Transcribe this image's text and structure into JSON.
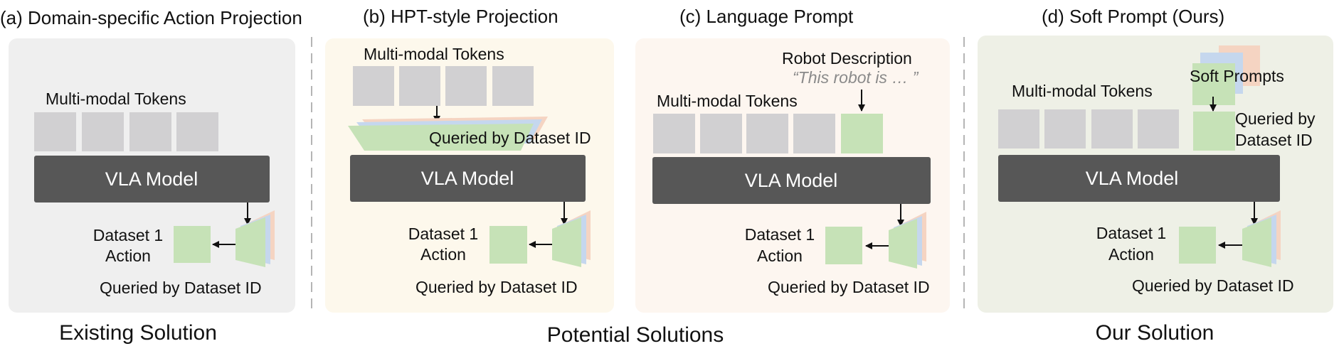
{
  "panels": {
    "a": {
      "title": "(a) Domain-specific Action Projection",
      "tokens_label": "Multi-modal Tokens",
      "model_label": "VLA Model",
      "action_line1": "Dataset 1",
      "action_line2": "Action",
      "queried_label": "Queried by Dataset ID"
    },
    "b": {
      "title": "(b) HPT-style Projection",
      "tokens_label": "Multi-modal Tokens",
      "proj_label": "Queried by Dataset ID",
      "model_label": "VLA Model",
      "action_line1": "Dataset 1",
      "action_line2": "Action",
      "queried_label": "Queried by Dataset ID"
    },
    "c": {
      "title": "(c) Language Prompt",
      "robot_desc_label": "Robot Description",
      "robot_desc_quote": "“This robot is … ”",
      "tokens_label": "Multi-modal Tokens",
      "model_label": "VLA Model",
      "action_line1": "Dataset 1",
      "action_line2": "Action",
      "queried_label": "Queried by Dataset ID"
    },
    "d": {
      "title": "(d) Soft Prompt (Ours)",
      "soft_prompts_label": "Soft Prompts",
      "tokens_label": "Multi-modal Tokens",
      "queried_line1": "Queried by",
      "queried_line2": "Dataset ID",
      "model_label": "VLA Model",
      "action_line1": "Dataset 1",
      "action_line2": "Action",
      "queried_label": "Queried by Dataset ID"
    }
  },
  "footers": {
    "existing": "Existing Solution",
    "potential": "Potential Solutions",
    "ours": "Our Solution"
  },
  "colors": {
    "panel_a_bg": "#efefef",
    "panel_b_bg": "#fdf8ec",
    "panel_c_bg": "#fdf6f0",
    "panel_d_bg": "#eef0e6",
    "token_gray": "#d1d0d2",
    "green": "#c6e2b7",
    "blue": "#c5d7ee",
    "peach": "#f5d4c2",
    "model_dark": "#575757",
    "divider": "#b5b5b5"
  }
}
